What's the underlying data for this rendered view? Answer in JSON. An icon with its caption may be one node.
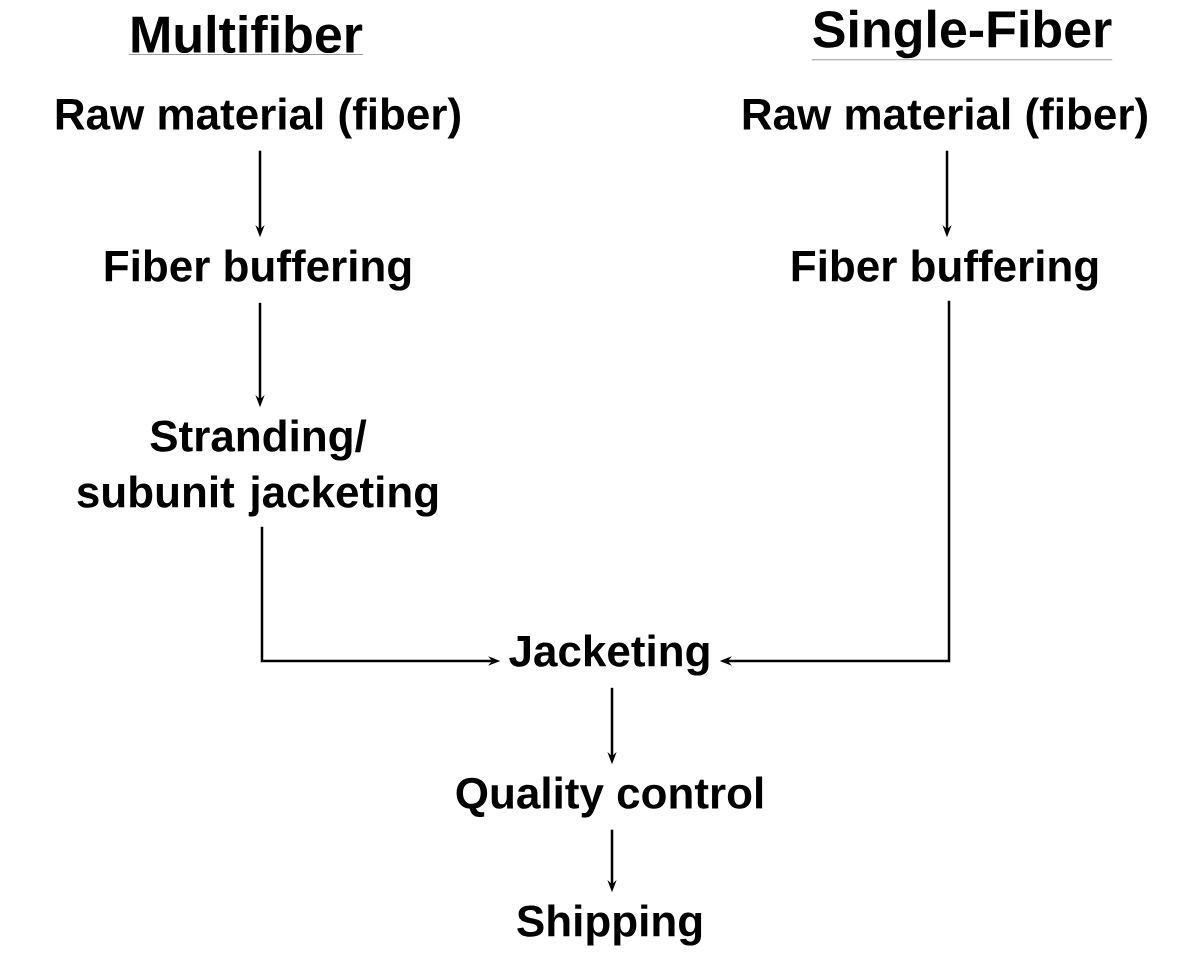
{
  "diagram": {
    "nodes": [
      {
        "text": [
          "Raw material (fiber)"
        ]
      },
      {
        "text": [
          "Fiber buffering"
        ]
      },
      {
        "text": [
          "Stranding/ subunit jacketing"
        ]
      },
      {
        "text": [
          "Raw material (fiber)"
        ]
      },
      {
        "text": [
          "Fiber buffering"
        ]
      },
      {
        "text": [
          "Jacketing"
        ]
      },
      {
        "text": [
          "Quality control"
        ]
      },
      {
        "text": [
          "Shipping"
        ]
      }
    ],
    "edges": [
      {
        "from": 0,
        "to": 1,
        "arrow": "to"
      },
      {
        "from": 1,
        "to": 2,
        "arrow": "to"
      },
      {
        "from": 3,
        "to": 4,
        "arrow": "to"
      },
      {
        "from": 2,
        "to": 5,
        "arrow": "to"
      },
      {
        "from": 4,
        "to": 5,
        "arrow": "to"
      },
      {
        "from": 5,
        "to": 6,
        "arrow": "to"
      },
      {
        "from": 6,
        "to": 7,
        "arrow": "to"
      }
    ],
    "labels": [
      "Multifiber",
      "Single-Fiber"
    ]
  }
}
